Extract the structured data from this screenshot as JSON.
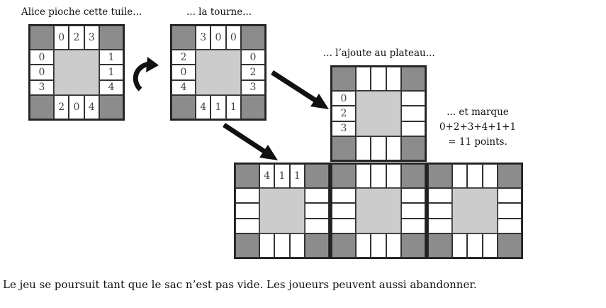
{
  "labels": {
    "draw": "Alice pioche cette tuile...",
    "rotate": "... la tourne...",
    "add": "... l’ajoute au plateau...",
    "score_line1": "... et marque",
    "score_line2": "0+2+3+4+1+1",
    "score_line3": "= 11 points."
  },
  "caption": "Le jeu se poursuit tant que le sac n’est pas vide. Les joueurs peuvent aussi abandonner.",
  "tiles": {
    "drawn": {
      "top": [
        "0",
        "2",
        "3"
      ],
      "left": [
        "0",
        "0",
        "3"
      ],
      "right": [
        "1",
        "1",
        "4"
      ],
      "bottom": [
        "2",
        "0",
        "4"
      ]
    },
    "rotated": {
      "top": [
        "3",
        "0",
        "0"
      ],
      "left": [
        "2",
        "0",
        "4"
      ],
      "right": [
        "0",
        "2",
        "3"
      ],
      "bottom": [
        "4",
        "1",
        "1"
      ]
    },
    "placed": {
      "top": [
        "",
        "",
        ""
      ],
      "left": [
        "0",
        "2",
        "3"
      ],
      "right": [
        "",
        "",
        ""
      ],
      "bottom": [
        "",
        "",
        ""
      ]
    },
    "board1": {
      "top": [
        "4",
        "1",
        "1"
      ],
      "left": [
        "",
        "",
        ""
      ],
      "right": [
        "",
        "",
        ""
      ],
      "bottom": [
        "",
        "",
        ""
      ]
    },
    "board2": {
      "top": [
        "",
        "",
        ""
      ],
      "left": [
        "",
        "",
        ""
      ],
      "right": [
        "",
        "",
        ""
      ],
      "bottom": [
        "",
        "",
        ""
      ]
    },
    "board3": {
      "top": [
        "",
        "",
        ""
      ],
      "left": [
        "",
        "",
        ""
      ],
      "right": [
        "",
        "",
        ""
      ],
      "bottom": [
        "",
        "",
        ""
      ]
    }
  },
  "colors": {
    "corner": "#8c8c8c",
    "center": "#cccccc",
    "border": "#222222"
  }
}
